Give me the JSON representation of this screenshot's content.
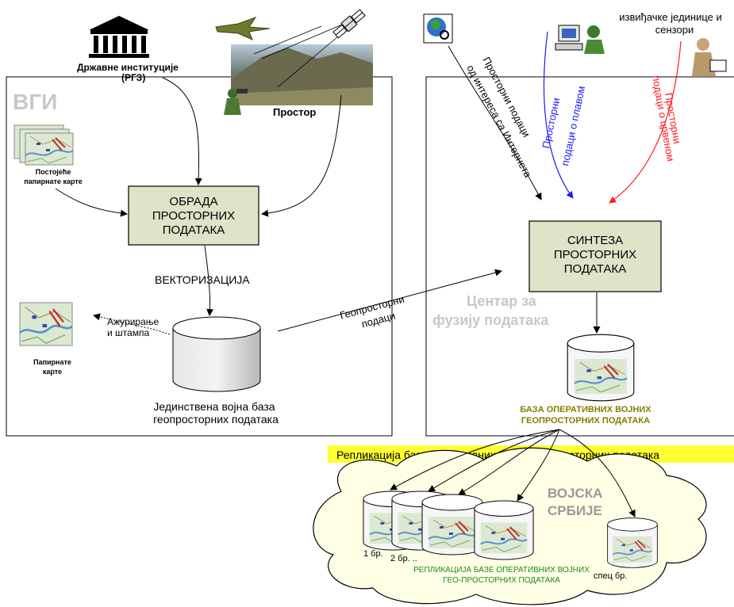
{
  "vgi": {
    "title": "ВГИ",
    "state_institutions_line1": "Државне институције",
    "state_institutions_line2": "(PГЗ)",
    "space_label": "Простор",
    "existing_maps_line1": "Постојеће",
    "existing_maps_line2": "папирнате карте",
    "processing_line1": "ОБРАДА",
    "processing_line2": "ПРОСТОРНИХ",
    "processing_line3": "ПОДАТАКА",
    "vectorization": "ВЕКТОРИЗАЦИЈА",
    "update_line1": "Ажурирање",
    "update_line2": "и штампа",
    "paper_maps_line1": "Папирнате",
    "paper_maps_line2": "карте",
    "db_line1": "Јединствена војна база",
    "db_line2": "геопросторних података"
  },
  "geodata": {
    "line1": "Геопросторни",
    "line2": "подаци"
  },
  "center": {
    "title_line1": "Центар за",
    "title_line2": "фузију података",
    "internet_line1": "Просторни подаци",
    "internet_line2": "од интереса са Интернета",
    "blue_line1": "Просторни",
    "blue_line2": "подаци о плавом",
    "red_line1": "Просторни",
    "red_line2": "подаци о црвеном",
    "sensors_line1": "извиђачке јединице и",
    "sensors_line2": "сензори",
    "synthesis_line1": "СИНТЕЗА",
    "synthesis_line2": "ПРОСТОРНИХ",
    "synthesis_line3": "ПОДАТАКА",
    "op_db_line1": "БАЗА ОПЕРАТИВНИХ ВОЈНИХ",
    "op_db_line2": "ГЕОПРОСТОРНИХ ПОДАТАКА"
  },
  "replication_banner": "Репликација базе оперативних војних геопросторних података",
  "army": {
    "title_line1": "ВОЈСКА",
    "title_line2": "СРБИЈЕ",
    "brigade1": "1 бр.",
    "brigade2": "2 бр. ..",
    "special": "спец бр.",
    "replica_line1": "РЕПЛИКАЦИЈА БАЗЕ ОПЕРАТИВНИХ ВОЈНИХ",
    "replica_line2": "ГЕО-ПРОСТОРНИХ ПОДАТАКА"
  },
  "colors": {
    "box_fill": "#dfe3c8",
    "banner_fill": "#ffff33",
    "op_db_text": "#808000",
    "replica_text": "#1f8a1f",
    "blue_arrow": "#1a1aff",
    "red_arrow": "#ff1a1a",
    "section_title": "#c8c8c8"
  }
}
